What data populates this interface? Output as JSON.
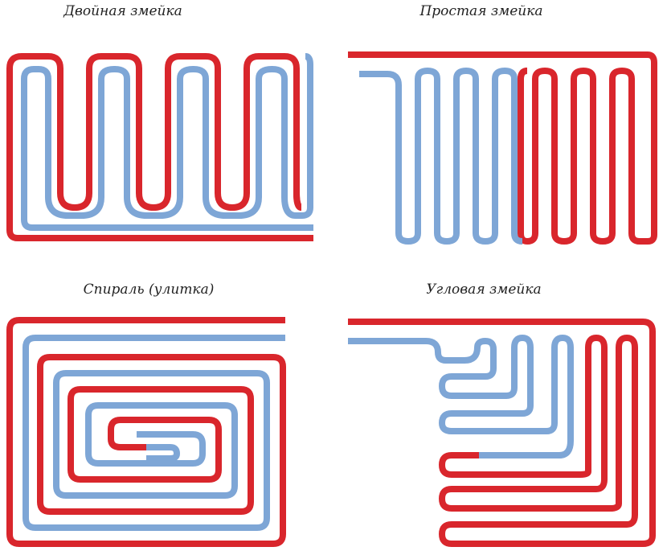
{
  "colors": {
    "hot_pipe": "#d9262c",
    "cold_pipe": "#7ea6d6",
    "background": "#ffffff"
  },
  "diagrams": [
    {
      "title": "Двойная змейка"
    },
    {
      "title": "Простая змейка"
    },
    {
      "title": "Спираль (улитка)"
    },
    {
      "title": "Угловая змейка"
    }
  ]
}
